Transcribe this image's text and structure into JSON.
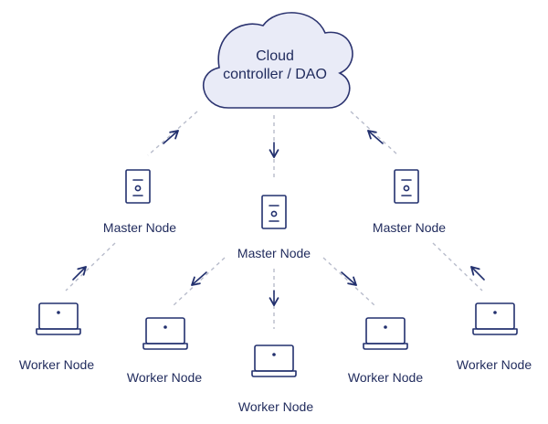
{
  "cloud": {
    "line1": "Cloud",
    "line2": "controller / DAO",
    "fill": "#e9ebf7",
    "stroke": "#2c3470"
  },
  "master_nodes": {
    "left": "Master Node",
    "center": "Master Node",
    "right": "Master Node"
  },
  "worker_nodes": {
    "1": "Worker Node",
    "2": "Worker Node",
    "3": "Worker Node",
    "4": "Worker Node",
    "5": "Worker Node"
  },
  "colors": {
    "navy": "#22306e",
    "dashed_line": "#b8bccb",
    "text": "#1f2a5c"
  }
}
